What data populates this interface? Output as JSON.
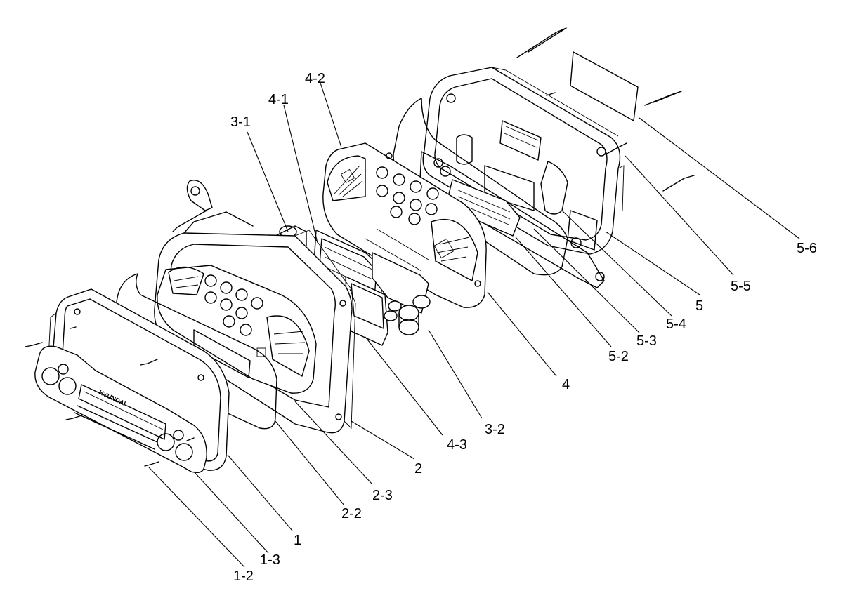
{
  "labels": {
    "p1_2": "1-2",
    "p1_3": "1-3",
    "p1": "1",
    "p2_2": "2-2",
    "p2_3": "2-3",
    "p2": "2",
    "p4_3": "4-3",
    "p3_2": "3-2",
    "p4": "4",
    "p5_2": "5-2",
    "p5_3": "5-3",
    "p5_4": "5-4",
    "p5": "5",
    "p5_5": "5-5",
    "p5_6": "5-6",
    "p3_1": "3-1",
    "p4_1": "4-1",
    "p4_2": "4-2"
  },
  "logo_text": "HYUNDAI"
}
